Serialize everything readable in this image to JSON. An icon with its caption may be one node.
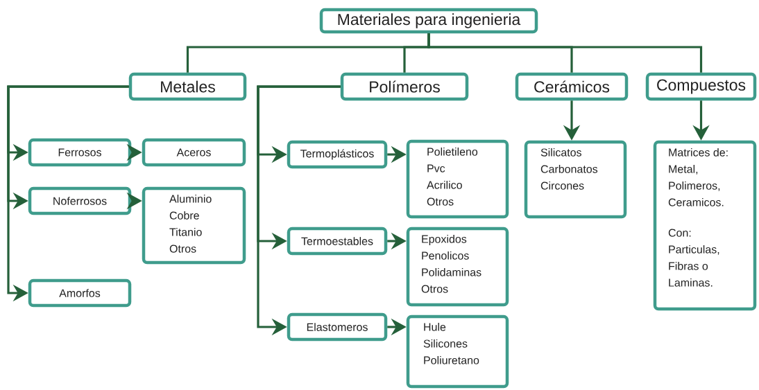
{
  "diagram": {
    "nodes": [
      {
        "text": [
          "Materiales para ingenieria"
        ]
      },
      {
        "text": [
          "Metales"
        ]
      },
      {
        "text": [
          "Polímeros"
        ]
      },
      {
        "text": [
          "Cerámicos"
        ]
      },
      {
        "text": [
          "Compuestos"
        ]
      },
      {
        "text": [
          "Ferrosos"
        ]
      },
      {
        "text": [
          "Aceros"
        ]
      },
      {
        "text": [
          "Noferrosos"
        ]
      },
      {
        "text": [
          "Aluminio",
          "Cobre",
          "Titanio",
          "Otros"
        ]
      },
      {
        "text": [
          "Amorfos"
        ]
      },
      {
        "text": [
          "Termoplásticos"
        ]
      },
      {
        "text": [
          "Polietileno",
          "Pvc",
          "Acrilico",
          "Otros"
        ]
      },
      {
        "text": [
          "Termoestables"
        ]
      },
      {
        "text": [
          "Epoxidos",
          "Penolicos",
          "Polidaminas",
          "Otros"
        ]
      },
      {
        "text": [
          "Elastomeros"
        ]
      },
      {
        "text": [
          "Hule",
          "Silicones",
          "Poliuretano"
        ]
      },
      {
        "text": [
          "Silicatos",
          "Carbonatos",
          "Circones"
        ]
      },
      {
        "text": [
          "Matrices de: Metal, Polimeros, Ceramicos.",
          "Con: Particulas, Fibras o Laminas."
        ]
      }
    ],
    "edges": [
      {
        "from": 0,
        "to": 1,
        "arrow": "none"
      },
      {
        "from": 0,
        "to": 2,
        "arrow": "none"
      },
      {
        "from": 0,
        "to": 3,
        "arrow": "none"
      },
      {
        "from": 0,
        "to": 4,
        "arrow": "none"
      },
      {
        "from": 1,
        "to": 5,
        "arrow": "to"
      },
      {
        "from": 1,
        "to": 7,
        "arrow": "to"
      },
      {
        "from": 1,
        "to": 9,
        "arrow": "to"
      },
      {
        "from": 5,
        "to": 6,
        "arrow": "to"
      },
      {
        "from": 7,
        "to": 8,
        "arrow": "to"
      },
      {
        "from": 2,
        "to": 10,
        "arrow": "to"
      },
      {
        "from": 2,
        "to": 12,
        "arrow": "to"
      },
      {
        "from": 2,
        "to": 14,
        "arrow": "to"
      },
      {
        "from": 10,
        "to": 11,
        "arrow": "to"
      },
      {
        "from": 12,
        "to": 13,
        "arrow": "to"
      },
      {
        "from": 14,
        "to": 15,
        "arrow": "to"
      },
      {
        "from": 3,
        "to": 16,
        "arrow": "to"
      },
      {
        "from": 4,
        "to": 17,
        "arrow": "to"
      }
    ]
  }
}
